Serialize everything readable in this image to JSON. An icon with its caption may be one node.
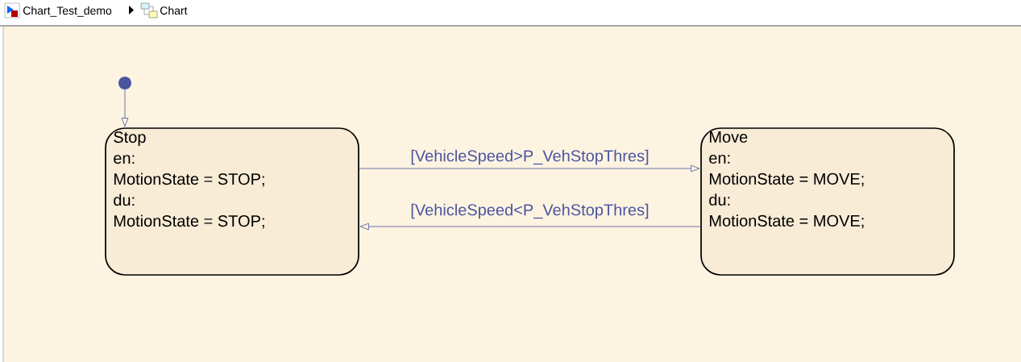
{
  "diagram": {
    "nodes": [
      {
        "text": [],
        "shape": "circle"
      },
      {
        "text": [
          "Stop",
          "en:",
          "MotionState = STOP;",
          "du:",
          "MotionState = STOP;"
        ]
      },
      {
        "text": [
          "Move",
          "en:",
          "MotionState = MOVE;",
          "du:",
          "MotionState = MOVE;"
        ]
      }
    ],
    "edges": [
      {
        "from": 0,
        "to": 1,
        "arrow": "to"
      },
      {
        "from": 1,
        "to": 2,
        "arrow": "to",
        "label": "[VehicleSpeed>P_VehStopThres]"
      },
      {
        "from": 2,
        "to": 1,
        "arrow": "to",
        "label": "[VehicleSpeed<P_VehStopThres]"
      }
    ],
    "labels": [
      "Chart_Test_demo",
      "Chart"
    ]
  }
}
